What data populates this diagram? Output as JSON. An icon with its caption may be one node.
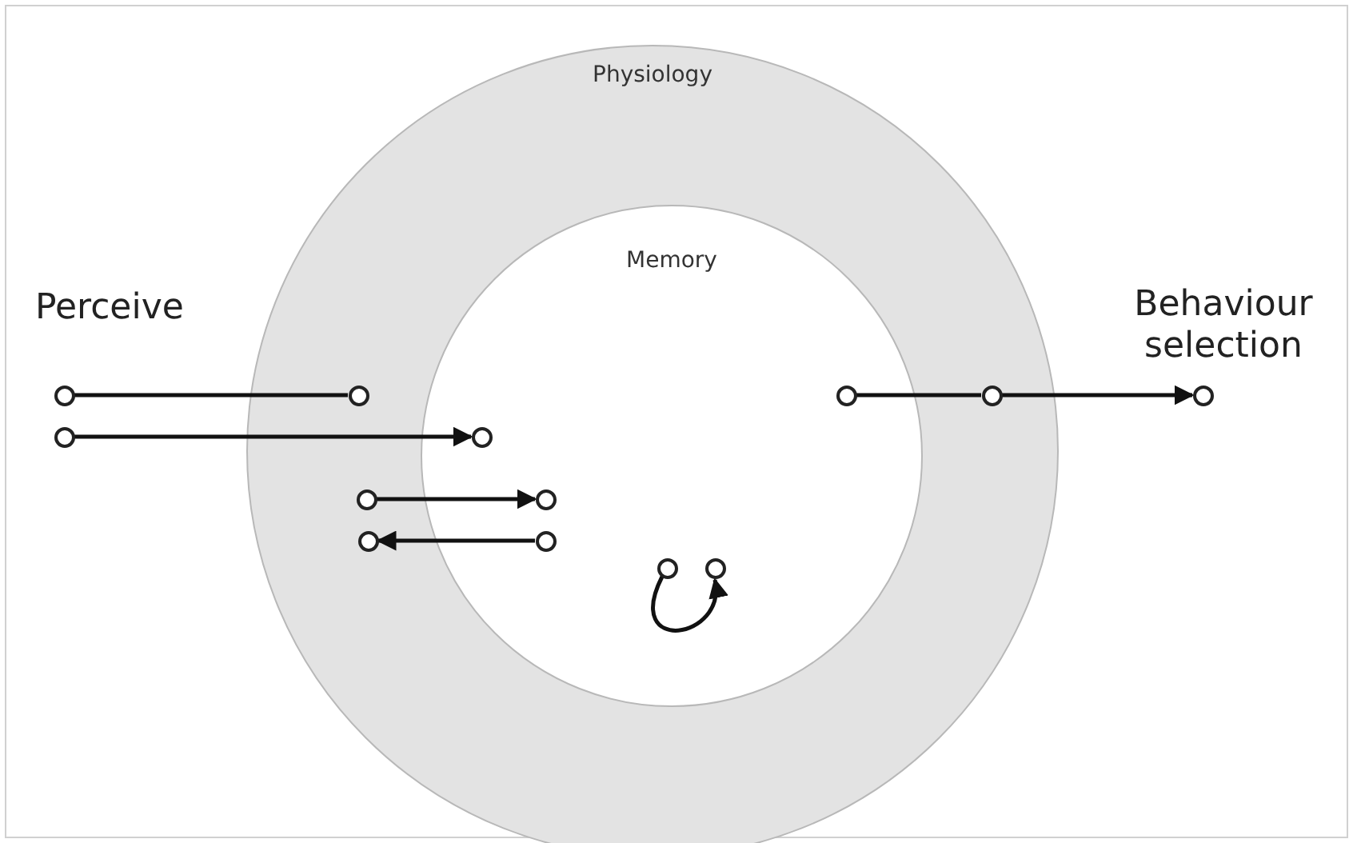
{
  "diagram": {
    "nodes": [
      {
        "text": [
          "Physiology"
        ]
      },
      {
        "text": [
          "Memory"
        ],
        "in": 0
      },
      {
        "text": [],
        "shape": "circle"
      },
      {
        "text": [],
        "shape": "circle",
        "in": 0
      },
      {
        "text": [],
        "shape": "circle",
        "in": 1
      },
      {
        "text": [],
        "shape": "circle",
        "in": 0
      },
      {
        "text": [],
        "shape": "circle"
      },
      {
        "text": [],
        "shape": "circle"
      },
      {
        "text": [],
        "shape": "circle",
        "in": 1
      },
      {
        "text": [],
        "shape": "circle",
        "in": 0
      },
      {
        "text": [],
        "shape": "circle",
        "in": 1
      },
      {
        "text": [],
        "shape": "circle",
        "in": 0
      },
      {
        "text": [],
        "shape": "circle",
        "in": 1
      },
      {
        "text": [],
        "shape": "circle",
        "in": 1
      },
      {
        "text": [],
        "shape": "circle",
        "in": 1
      }
    ],
    "edges": [
      {
        "from": 2,
        "to": 3,
        "arrow": "none"
      },
      {
        "from": 4,
        "to": 5,
        "arrow": "none"
      },
      {
        "from": 5,
        "to": 6,
        "arrow": "to"
      },
      {
        "from": 7,
        "to": 8,
        "arrow": "to"
      },
      {
        "from": 9,
        "to": 10,
        "arrow": "to"
      },
      {
        "from": 12,
        "to": 11,
        "arrow": "to"
      },
      {
        "from": 13,
        "to": 14,
        "arrow": "to"
      }
    ],
    "labels": [
      "Perceive",
      "Behaviour selection"
    ]
  }
}
